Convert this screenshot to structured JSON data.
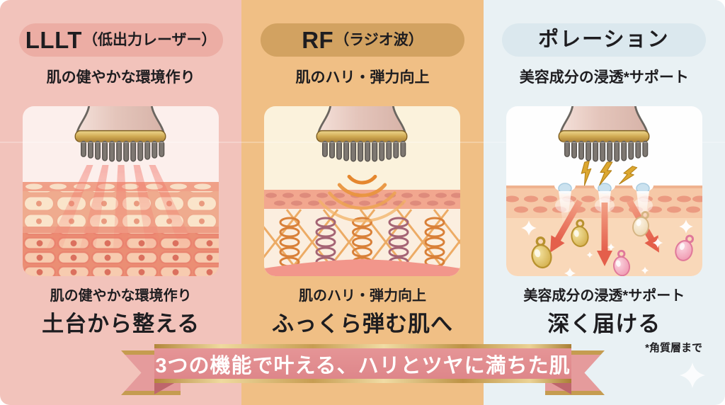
{
  "columns": [
    {
      "id": "lllt",
      "title": "LLLT",
      "title_note": "（低出力レーザー）",
      "subtitle": "肌の健やかな環境作り",
      "caption_line1": "肌の健やかな環境作り",
      "headline": "土台から整える"
    },
    {
      "id": "rf",
      "title": "RF",
      "title_note": "（ラジオ波）",
      "subtitle": "肌のハリ・弾力向上",
      "caption_line1": "肌のハリ・弾力向上",
      "headline": "ふっくら弾む肌へ"
    },
    {
      "id": "poration",
      "title": "ポレーション",
      "title_note": "",
      "subtitle": "美容成分の浸透*サポート",
      "caption_line1": "美容成分の浸透*サポート",
      "headline": "深く届ける"
    }
  ],
  "footnote": "*角質層まで",
  "banner": {
    "text": "3つの機能で叶える、ハリとツヤに満ちた肌"
  },
  "colors": {
    "column_pink_bg": "#F2C3BB",
    "column_orange_bg": "#F0BF85",
    "column_blue_bg": "#E9F1F4",
    "pill_pink": "#ECADA4",
    "pill_tan": "#D2A261",
    "pill_blue": "#DBE8EE",
    "ribbon_pink": "#E08D8E",
    "ribbon_gold": "#C79D52",
    "text_dark": "#1E1D20",
    "banner_text": "#FFFFFF",
    "laser_red": "#F2786C",
    "rf_wave_orange": "#E5872E",
    "arrow_coral": "#E45F4B",
    "bolt_gold": "#DCA72F"
  }
}
